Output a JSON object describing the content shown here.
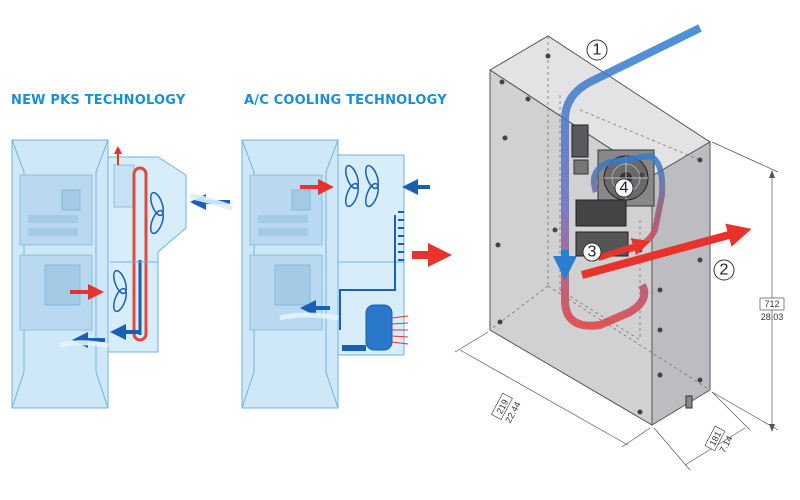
{
  "headings": {
    "pks": "NEW PKS TECHNOLOGY",
    "ac": "A/C COOLING TECHNOLOGY"
  },
  "callouts": [
    "1",
    "2",
    "3",
    "4"
  ],
  "dimensions": {
    "height_boxed": "712",
    "height_value": "28.03",
    "width_boxed": "219",
    "width_value": "22.44",
    "depth_boxed": "181",
    "depth_value": "7.14"
  },
  "colors": {
    "heading": "#1a8fd6",
    "cabinet_fill": "#cfe8f8",
    "cabinet_stroke": "#6fb3df",
    "hot_air": "#e8322b",
    "cold_air": "#1b5fb5",
    "enclosure_gray": "#cfcfd2"
  }
}
